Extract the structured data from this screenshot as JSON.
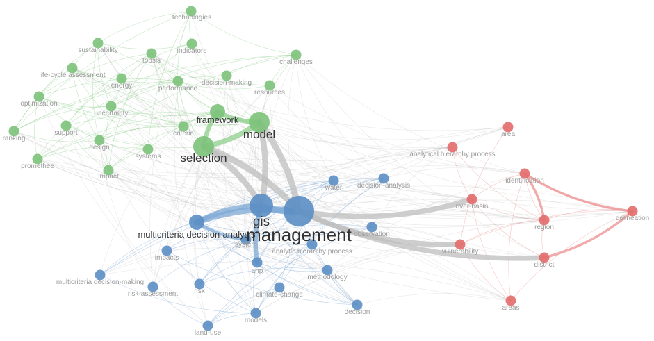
{
  "clusters": {
    "green": {
      "color": "#7cc27a",
      "edge": "#8fcf8c"
    },
    "blue": {
      "color": "#5b8ec4",
      "edge": "#7ea8d6"
    },
    "red": {
      "color": "#e36a6a",
      "edge": "#ec8f8f"
    },
    "gray": {
      "edge": "#bdbdbd"
    }
  },
  "nodes": [
    {
      "id": "technologies",
      "label": "technologies",
      "cluster": "green",
      "weight": 1
    },
    {
      "id": "sustainability",
      "label": "sustainability",
      "cluster": "green",
      "weight": 1
    },
    {
      "id": "topsis",
      "label": "topsis",
      "cluster": "green",
      "weight": 1
    },
    {
      "id": "indicators",
      "label": "indicators",
      "cluster": "green",
      "weight": 1
    },
    {
      "id": "challenges",
      "label": "challenges",
      "cluster": "green",
      "weight": 1
    },
    {
      "id": "lca",
      "label": "life-cycle assessment",
      "cluster": "green",
      "weight": 1
    },
    {
      "id": "energy",
      "label": "energy",
      "cluster": "green",
      "weight": 1
    },
    {
      "id": "performance",
      "label": "performance",
      "cluster": "green",
      "weight": 1
    },
    {
      "id": "decision-making",
      "label": "decision-making",
      "cluster": "green",
      "weight": 1
    },
    {
      "id": "resources",
      "label": "resources",
      "cluster": "green",
      "weight": 1
    },
    {
      "id": "optimization",
      "label": "optimization",
      "cluster": "green",
      "weight": 1
    },
    {
      "id": "uncertainty",
      "label": "uncertainty",
      "cluster": "green",
      "weight": 1
    },
    {
      "id": "framework",
      "label": "framework",
      "cluster": "green",
      "weight": 2
    },
    {
      "id": "model",
      "label": "model",
      "cluster": "green",
      "weight": 3
    },
    {
      "id": "ranking",
      "label": "ranking",
      "cluster": "green",
      "weight": 1
    },
    {
      "id": "support",
      "label": "support",
      "cluster": "green",
      "weight": 1
    },
    {
      "id": "criteria",
      "label": "criteria",
      "cluster": "green",
      "weight": 1
    },
    {
      "id": "design",
      "label": "design",
      "cluster": "green",
      "weight": 1
    },
    {
      "id": "systems",
      "label": "systems",
      "cluster": "green",
      "weight": 1
    },
    {
      "id": "selection",
      "label": "selection",
      "cluster": "green",
      "weight": 3
    },
    {
      "id": "promethee",
      "label": "promethee",
      "cluster": "green",
      "weight": 1
    },
    {
      "id": "impact",
      "label": "impact",
      "cluster": "green",
      "weight": 1
    },
    {
      "id": "area",
      "label": "area",
      "cluster": "red",
      "weight": 1
    },
    {
      "id": "ahp-process",
      "label": "analytical hierarchy process",
      "cluster": "red",
      "weight": 1
    },
    {
      "id": "identification",
      "label": "identification",
      "cluster": "red",
      "weight": 1
    },
    {
      "id": "river-basin",
      "label": "river-basin",
      "cluster": "red",
      "weight": 1
    },
    {
      "id": "delineation",
      "label": "delineation",
      "cluster": "red",
      "weight": 1
    },
    {
      "id": "region",
      "label": "region",
      "cluster": "red",
      "weight": 1
    },
    {
      "id": "vulnerability",
      "label": "vulnerability",
      "cluster": "red",
      "weight": 1
    },
    {
      "id": "district",
      "label": "district",
      "cluster": "red",
      "weight": 1
    },
    {
      "id": "areas",
      "label": "areas",
      "cluster": "red",
      "weight": 1
    },
    {
      "id": "water",
      "label": "water",
      "cluster": "blue",
      "weight": 1
    },
    {
      "id": "decision-analysis",
      "label": "decision-analysis",
      "cluster": "blue",
      "weight": 1
    },
    {
      "id": "gis",
      "label": "gis",
      "cluster": "blue",
      "weight": 4
    },
    {
      "id": "management",
      "label": "management",
      "cluster": "blue",
      "weight": 5
    },
    {
      "id": "mcda",
      "label": "multicriteria decision-analysis",
      "cluster": "blue",
      "weight": 2
    },
    {
      "id": "observation",
      "label": "observation",
      "cluster": "blue",
      "weight": 1
    },
    {
      "id": "system",
      "label": "system",
      "cluster": "blue",
      "weight": 1
    },
    {
      "id": "analytic-hp",
      "label": "analytic hierarchy process",
      "cluster": "blue",
      "weight": 1
    },
    {
      "id": "impacts",
      "label": "impacts",
      "cluster": "blue",
      "weight": 1
    },
    {
      "id": "ahp",
      "label": "ahp",
      "cluster": "blue",
      "weight": 1
    },
    {
      "id": "methodology",
      "label": "methodology",
      "cluster": "blue",
      "weight": 1
    },
    {
      "id": "mcdm",
      "label": "multicriteria decision-making",
      "cluster": "blue",
      "weight": 1
    },
    {
      "id": "risk-assessment",
      "label": "risk-assessment",
      "cluster": "blue",
      "weight": 1
    },
    {
      "id": "risk",
      "label": "risk",
      "cluster": "blue",
      "weight": 1
    },
    {
      "id": "climate-change",
      "label": "climate-change",
      "cluster": "blue",
      "weight": 1
    },
    {
      "id": "decision",
      "label": "decision",
      "cluster": "blue",
      "weight": 1
    },
    {
      "id": "models",
      "label": "models",
      "cluster": "blue",
      "weight": 1
    },
    {
      "id": "land-use",
      "label": "land-use",
      "cluster": "blue",
      "weight": 1
    }
  ],
  "strong_links": [
    [
      "gis",
      "management"
    ],
    [
      "gis",
      "mcda"
    ],
    [
      "management",
      "mcda"
    ],
    [
      "gis",
      "selection"
    ],
    [
      "management",
      "selection"
    ],
    [
      "gis",
      "model"
    ],
    [
      "management",
      "model"
    ],
    [
      "selection",
      "model"
    ],
    [
      "framework",
      "model"
    ],
    [
      "framework",
      "selection"
    ],
    [
      "management",
      "district"
    ],
    [
      "management",
      "vulnerability"
    ],
    [
      "management",
      "river-basin"
    ],
    [
      "gis",
      "ahp"
    ],
    [
      "mcda",
      "system"
    ],
    [
      "identification",
      "delineation"
    ],
    [
      "district",
      "delineation"
    ],
    [
      "region",
      "identification"
    ]
  ]
}
